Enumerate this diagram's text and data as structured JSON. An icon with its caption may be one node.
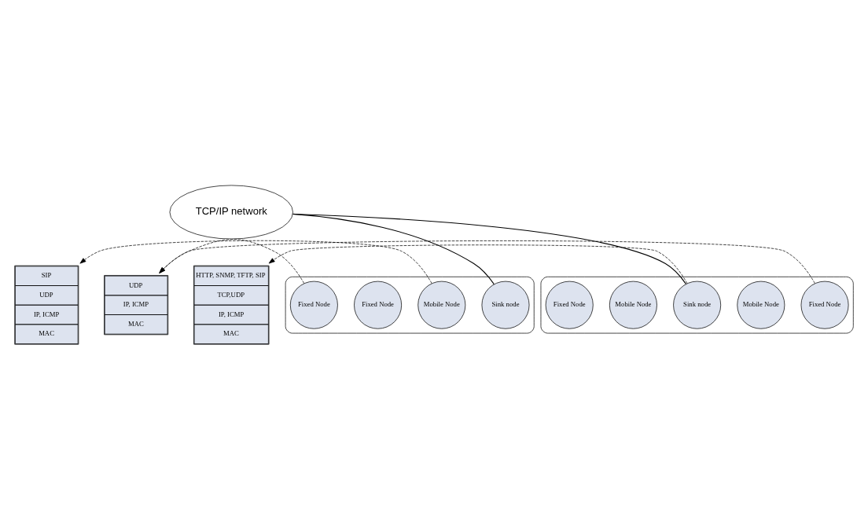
{
  "diagram": {
    "nodes": [
      {
        "text": [
          "TCP/IP network"
        ]
      },
      {
        "text": [
          "SIP",
          "UDP",
          "IP, ICMP",
          "MAC"
        ]
      },
      {
        "text": [
          "UDP",
          "IP, ICMP",
          "MAC"
        ]
      },
      {
        "text": [
          "HTTP, SNMP, TFTP, SIP",
          "TCP,UDP",
          "IP, ICMP",
          "MAC"
        ]
      },
      {
        "text": [],
        "shape": "cloud"
      },
      {
        "text": [
          "Sink node"
        ],
        "in": 4
      },
      {
        "text": [
          "Mobile Node"
        ],
        "in": 4
      },
      {
        "text": [
          "Fixed Node"
        ],
        "in": 4
      },
      {
        "text": [
          "Fixed Node"
        ],
        "in": 4
      },
      {
        "text": [],
        "shape": "cloud"
      },
      {
        "text": [
          "Fixed Node"
        ],
        "in": 9
      },
      {
        "text": [
          "Mobile Node"
        ],
        "in": 9
      },
      {
        "text": [
          "Sink node"
        ],
        "in": 9
      },
      {
        "text": [
          "Mobile Node"
        ],
        "in": 9
      },
      {
        "text": [
          "Fixed Node"
        ],
        "in": 9
      }
    ],
    "edges": [
      {
        "from": 0,
        "to": 5,
        "arrow": "none"
      },
      {
        "from": 0,
        "to": 12,
        "arrow": "none"
      },
      {
        "from": 6,
        "to": 1,
        "arrow": "to",
        "style": "dashed"
      },
      {
        "from": 8,
        "to": 2,
        "arrow": "to",
        "style": "dashed"
      },
      {
        "from": 10,
        "to": 2,
        "arrow": "to",
        "style": "dashed"
      },
      {
        "from": 12,
        "to": 3,
        "arrow": "to",
        "style": "dashed"
      }
    ]
  }
}
